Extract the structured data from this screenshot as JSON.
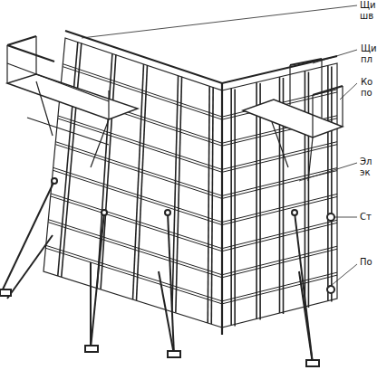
{
  "diagram": {
    "labels": [
      "Щи",
      "шв",
      "Щи",
      "пл",
      "Ко",
      "по",
      "Эл",
      "эк",
      "Ст",
      "По"
    ]
  }
}
